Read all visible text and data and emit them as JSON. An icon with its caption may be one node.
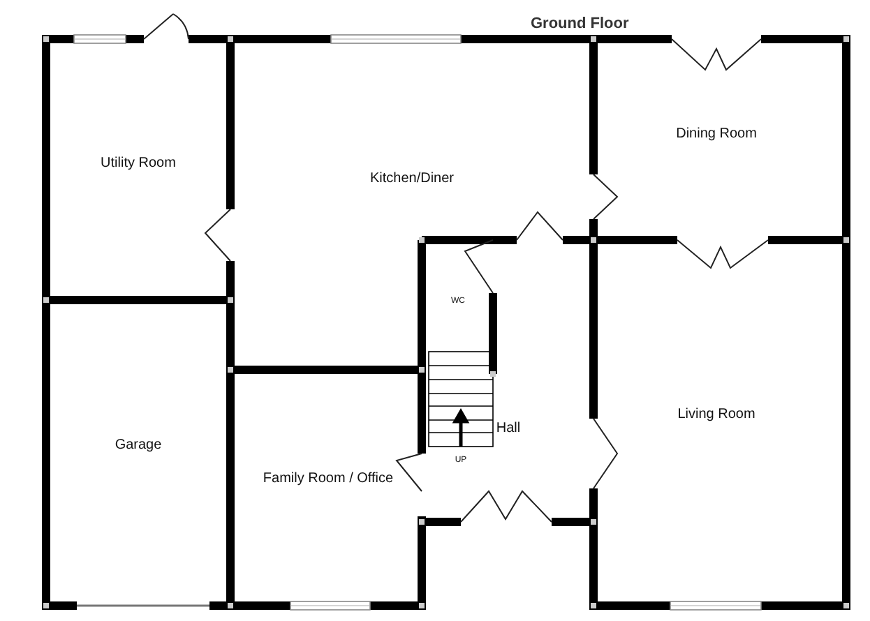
{
  "diagram": {
    "title": "Ground Floor",
    "labels": [
      "Utility Room",
      "Kitchen/Diner",
      "Dining Room",
      "WC",
      "Hall",
      "UP",
      "Living Room",
      "Garage",
      "Family Room / Office"
    ]
  }
}
